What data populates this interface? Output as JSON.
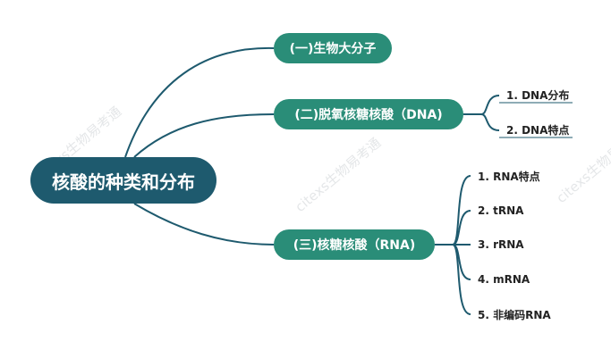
{
  "root": {
    "label": "核酸的种类和分布"
  },
  "branches": [
    {
      "label": "(一)生物大分子",
      "children": []
    },
    {
      "label": "(二)脱氧核糖核酸（DNA)",
      "children": [
        "1. DNA分布",
        "2. DNA特点"
      ]
    },
    {
      "label": "(三)核糖核酸（RNA)",
      "children": [
        "1. RNA特点",
        "2. tRNA",
        "3. rRNA",
        "4. mRNA",
        "5. 非编码RNA"
      ]
    }
  ],
  "watermarks": [
    "citexs生物易考通",
    "citexs生物易考通",
    "citexs生物易考通"
  ],
  "colors": {
    "root": "#1e5a6e",
    "branch": "#2a8d78",
    "link": "#1e5a6e"
  }
}
